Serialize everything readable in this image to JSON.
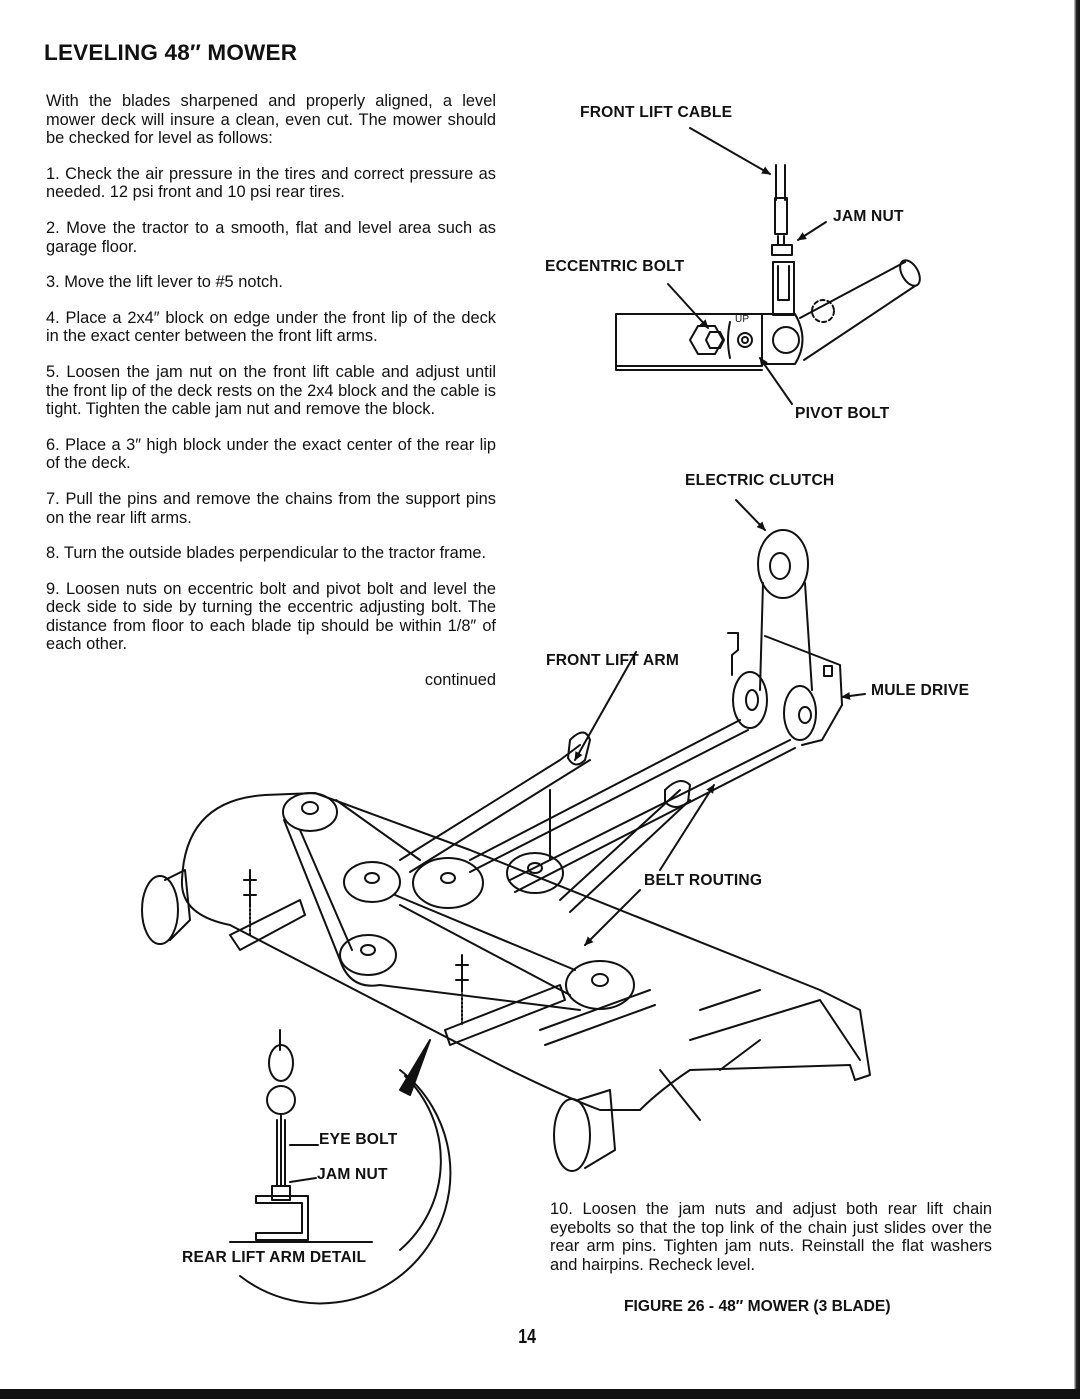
{
  "page": {
    "title": "LEVELING 48″ MOWER",
    "intro": "With the blades sharpened and properly aligned, a level mower deck will insure a clean, even cut. The mower should be checked for level as follows:",
    "steps": [
      "1. Check the air pressure in the tires and correct pressure as needed. 12 psi front and 10 psi rear tires.",
      "2. Move the tractor to a smooth, flat and level area such as garage floor.",
      "3. Move the lift lever to #5 notch.",
      "4. Place a 2x4″ block on edge under the front lip of the deck in the exact center between the front lift arms.",
      "5. Loosen the jam nut on the front lift cable and adjust until the front lip of the deck rests on the 2x4 block and the cable is tight. Tighten the cable jam nut and remove the block.",
      "6. Place a 3″ high block under the exact center of the rear lip of the deck.",
      "7. Pull the pins and remove the chains from the support pins on the rear lift arms.",
      "8. Turn the outside blades perpendicular to the tractor frame.",
      "9. Loosen nuts on eccentric bolt and pivot bolt and level the deck side to side by turning the eccentric adjusting bolt. The distance from floor to each blade tip should be within 1/8″ of each other.",
      "10. Loosen the jam nuts and adjust both rear lift chain eyebolts so that the top link of the chain just slides over the rear arm pins. Tighten jam nuts. Reinstall the flat washers and hairpins. Recheck level."
    ],
    "continued": "continued",
    "page_number": "14"
  },
  "figure": {
    "caption": "FIGURE 26 - 48″ MOWER (3 BLADE)",
    "labels": {
      "front_lift_cable": "FRONT LIFT CABLE",
      "jam_nut_top": "JAM NUT",
      "eccentric_bolt": "ECCENTRIC BOLT",
      "up_marker": "UP",
      "pivot_bolt": "PIVOT BOLT",
      "electric_clutch": "ELECTRIC CLUTCH",
      "front_lift_arm": "FRONT LIFT ARM",
      "mule_drive": "MULE DRIVE",
      "belt_routing": "BELT ROUTING",
      "eye_bolt": "EYE BOLT",
      "jam_nut_detail": "JAM NUT",
      "rear_lift_arm_detail": "REAR LIFT ARM DETAIL"
    }
  }
}
